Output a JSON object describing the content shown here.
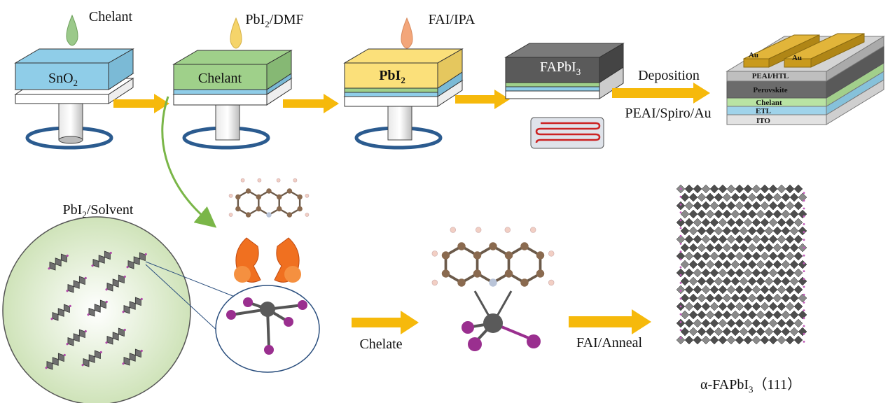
{
  "steps": [
    {
      "drop_label": "Chelant",
      "top_label": "SnO",
      "top_sub": "2",
      "top_color": "#8fcde8",
      "drop_color": "#9bc98a"
    },
    {
      "drop_label": "PbI",
      "drop_sub": "2",
      "drop_suffix": "/DMF",
      "top_label": "Chelant",
      "top_color": "#9fd08a",
      "drop_color": "#f5d46a"
    },
    {
      "drop_label": "FAI/IPA",
      "top_label": "PbI",
      "top_sub": "2",
      "top_color": "#fbe07a",
      "drop_color": "#f3a67a"
    },
    {
      "top_label": "FAPbI",
      "top_sub": "3",
      "top_color": "#5a5a5a"
    }
  ],
  "deposition": {
    "above": "Deposition",
    "below": "PEAI/Spiro/Au"
  },
  "device": {
    "electrodes": [
      "Au",
      "Au"
    ],
    "layers": [
      "PEAI/HTL",
      "Perovskite",
      "Chelant",
      "ETL",
      "ITO"
    ],
    "colors": {
      "gold": "#c99a1c",
      "htl": "#bfbfbf",
      "perovskite": "#6b6b6b",
      "chelant": "#b9e3a3",
      "etl": "#9fd3ea",
      "ito": "#e2e2e2"
    }
  },
  "bottom": {
    "solvent_label": "PbI",
    "solvent_sub": "2",
    "solvent_suffix": "/Solvent",
    "chelate_label": "Chelate",
    "anneal_label": "FAI/Anneal",
    "product_label": "α-FAPbI",
    "product_sub": "3",
    "product_suffix": "（111）"
  },
  "palette": {
    "arrow": "#f6b90b",
    "green_arrow": "#7ab648",
    "spin_arrow": "#2b5b8f",
    "carbon": "#8a6a4f",
    "hydrogen": "#f2cfc4",
    "nitrogen": "#b9c4d8",
    "lead": "#5a5a5a",
    "iodine": "#9a2f8f"
  }
}
